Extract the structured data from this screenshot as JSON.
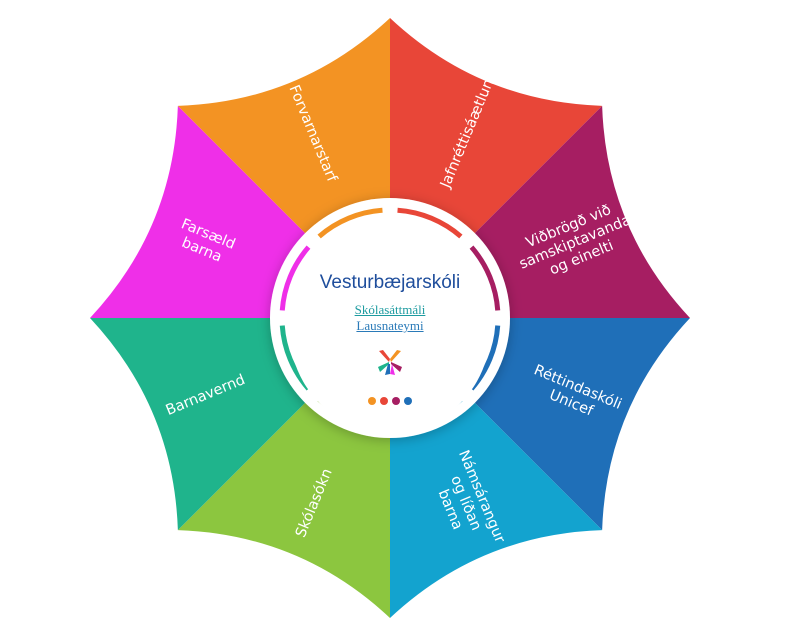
{
  "hub": {
    "title": "Vesturbæjarskóli",
    "links": [
      "Skólasáttmáli",
      "Lausnateymi"
    ]
  },
  "petals": [
    {
      "label": "Jafnréttisáætlun",
      "color": "#e84638"
    },
    {
      "label": "Viðbrögð við samskiptavanda og einelti",
      "color": "#a61e62"
    },
    {
      "label": "Réttindaskóli Unicef",
      "color": "#1f6fb8"
    },
    {
      "label": "Námsárangur og líðan barna",
      "color": "#13a3cf"
    },
    {
      "label": "Skólasókn",
      "color": "#8cc63f"
    },
    {
      "label": "Barnavernd",
      "color": "#1fb48c"
    },
    {
      "label": "Farsæld barna",
      "color": "#ef2fe8"
    },
    {
      "label": "Forvarnarstarf",
      "color": "#f39323"
    }
  ],
  "dots": [
    "#f39323",
    "#e84638",
    "#a61e62",
    "#1f6fb8"
  ]
}
